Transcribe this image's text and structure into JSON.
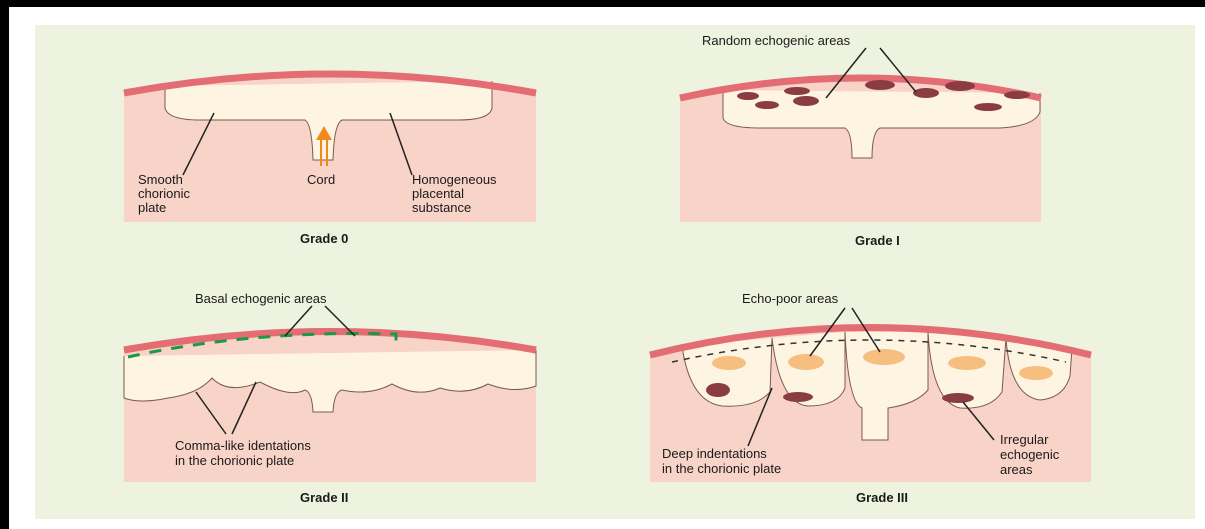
{
  "colors": {
    "panel_bg": "#eef3df",
    "placenta_tissue": "#f8d3c7",
    "placental_substance": "#fdf5e2",
    "chorionic_plate": "#e36d72",
    "cord_arrow": "#f08a1e",
    "echogenic_area": "#8a3c43",
    "echo_poor_area": "#f6bf80",
    "basal_dashes": "#1a9a45"
  },
  "grade0": {
    "title": "Grade 0",
    "smooth_plate": [
      "Smooth",
      "chorionic",
      "plate"
    ],
    "cord": "Cord",
    "homogeneous": [
      "Homogeneous",
      "placental",
      "substance"
    ]
  },
  "grade1": {
    "title": "Grade I",
    "random_areas": "Random echogenic areas"
  },
  "grade2": {
    "title": "Grade II",
    "basal_areas": "Basal echogenic areas",
    "comma_indentations": [
      "Comma-like identations",
      "in the chorionic plate"
    ]
  },
  "grade3": {
    "title": "Grade III",
    "echo_poor": "Echo-poor areas",
    "deep_indentations": [
      "Deep indentations",
      "in the chorionic plate"
    ],
    "irregular_areas": [
      "Irregular",
      "echogenic",
      "areas"
    ]
  }
}
